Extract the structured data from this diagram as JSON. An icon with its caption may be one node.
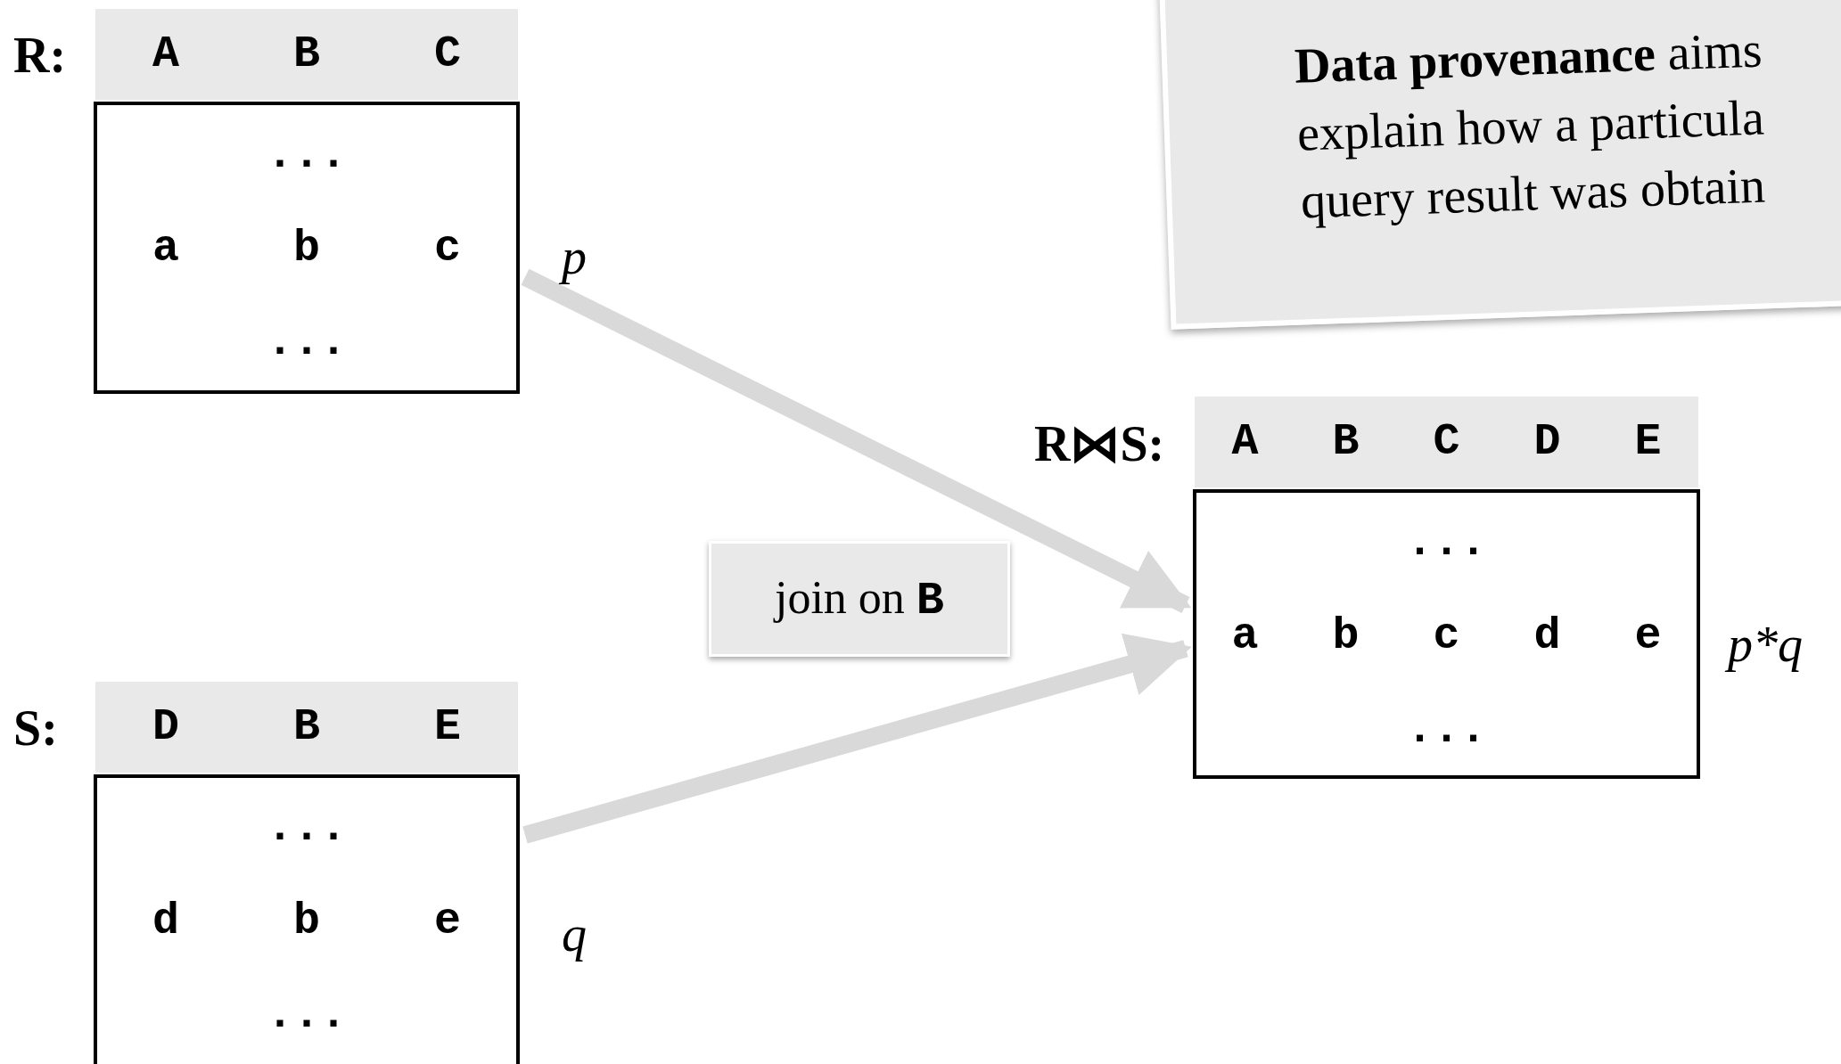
{
  "diagram": {
    "nodes": [
      {
        "text": [
          "R:",
          "A",
          "B",
          "C",
          "...",
          "a",
          "b",
          "c",
          "..."
        ],
        "beside": [
          "p"
        ]
      },
      {
        "text": [
          "S:",
          "D",
          "B",
          "E",
          "...",
          "d",
          "b",
          "e",
          "..."
        ],
        "beside": [
          "q"
        ]
      },
      {
        "text": [
          "R⋈S:",
          "A",
          "B",
          "C",
          "D",
          "E",
          "...",
          "a",
          "b",
          "c",
          "d",
          "e",
          "..."
        ],
        "beside": [
          "p*q"
        ]
      },
      {
        "text": [
          "join on **B**"
        ]
      },
      {
        "text": [
          "**Data provenance** aims explain how a particula query result was obtain"
        ]
      }
    ],
    "edges": [
      {
        "from": 0,
        "to": 2,
        "arrow": "to"
      },
      {
        "from": 1,
        "to": 2,
        "arrow": "to"
      }
    ]
  }
}
